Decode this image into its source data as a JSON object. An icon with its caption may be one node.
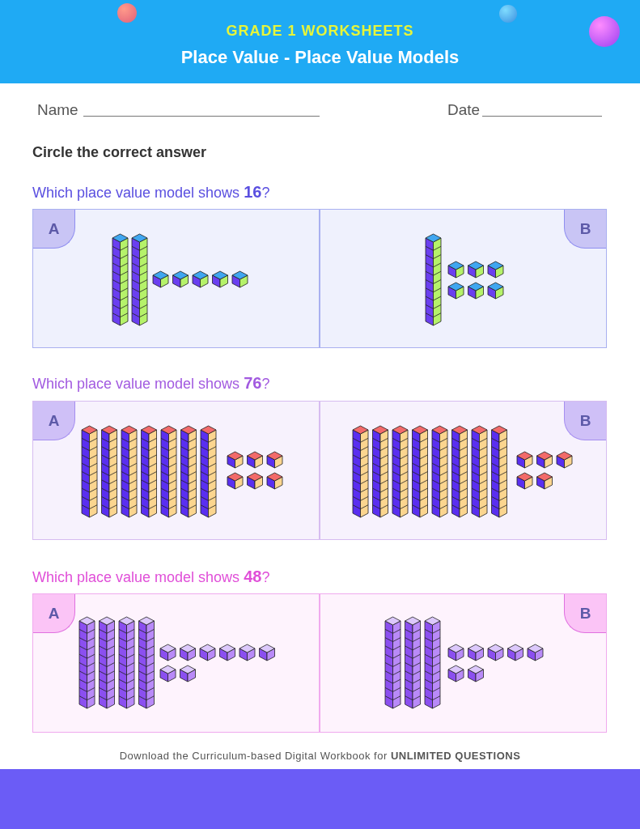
{
  "diagram": {
    "title": "Place Value - Place Value Models",
    "nodes": [
      {
        "text": [
          "A"
        ]
      },
      {
        "text": [
          "B"
        ]
      },
      {
        "text": [
          "A"
        ]
      },
      {
        "text": [
          "B"
        ]
      },
      {
        "text": [
          "A"
        ]
      },
      {
        "text": [
          "B"
        ]
      }
    ],
    "labels": [
      "GRADE 1 WORKSHEETS",
      "Name",
      "Date",
      "Circle the correct answer",
      "Which place value model shows **16**?",
      "Which place value model shows **76**?",
      "Which place value model shows **48**?",
      "Download the Curriculum-based Digital Workbook for **UNLIMITED QUESTIONS**"
    ]
  }
}
